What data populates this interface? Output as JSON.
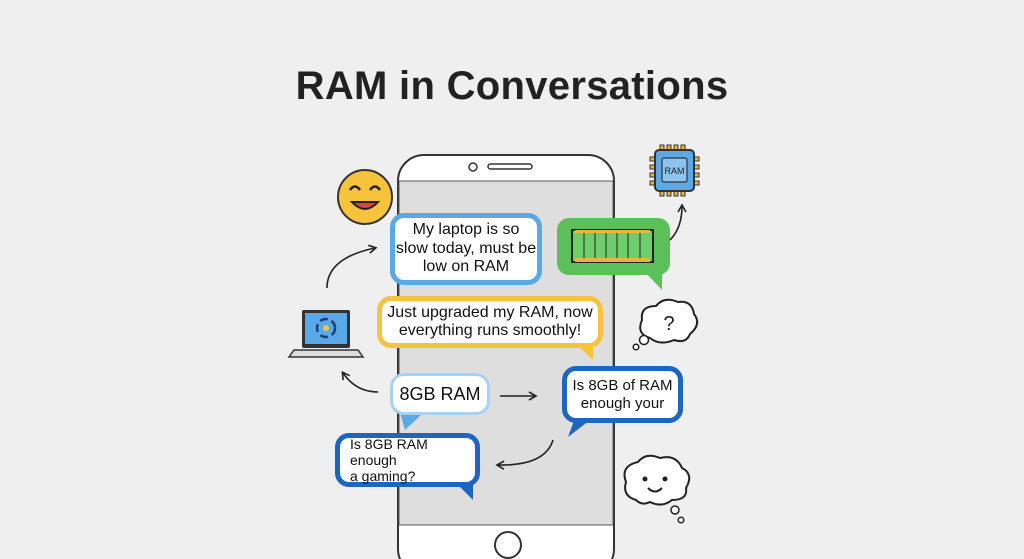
{
  "title": "RAM in Conversations",
  "colors": {
    "background": "#efefef",
    "phone_screen": "#dedede",
    "light_blue": "#5aa8e6",
    "dark_blue": "#1e64c0",
    "yellow": "#f6c43c",
    "green": "#5cc05a",
    "emoji_yellow": "#f6c33b"
  },
  "icons": [
    "smiling-emoji-icon",
    "ram-chip-icon",
    "ram-stick-icon",
    "laptop-icon",
    "thought-cloud-question-icon",
    "smiling-cloud-icon",
    "arrow-icon"
  ],
  "chip_label": "RAM",
  "thought_symbol": "?",
  "bubbles": [
    {
      "text": "My laptop is so\nslow today, must be\nlow on RAM",
      "color": "light_blue"
    },
    {
      "text": "Just upgraded my RAM, now\neverything runs smoothly!",
      "color": "yellow"
    },
    {
      "text": "8GB RAM",
      "color": "light_blue"
    },
    {
      "text": "Is 8GB of RAM\nenough your",
      "color": "dark_blue"
    },
    {
      "text": "Is 8GB RAM enough\na gaming?",
      "color": "dark_blue"
    }
  ]
}
